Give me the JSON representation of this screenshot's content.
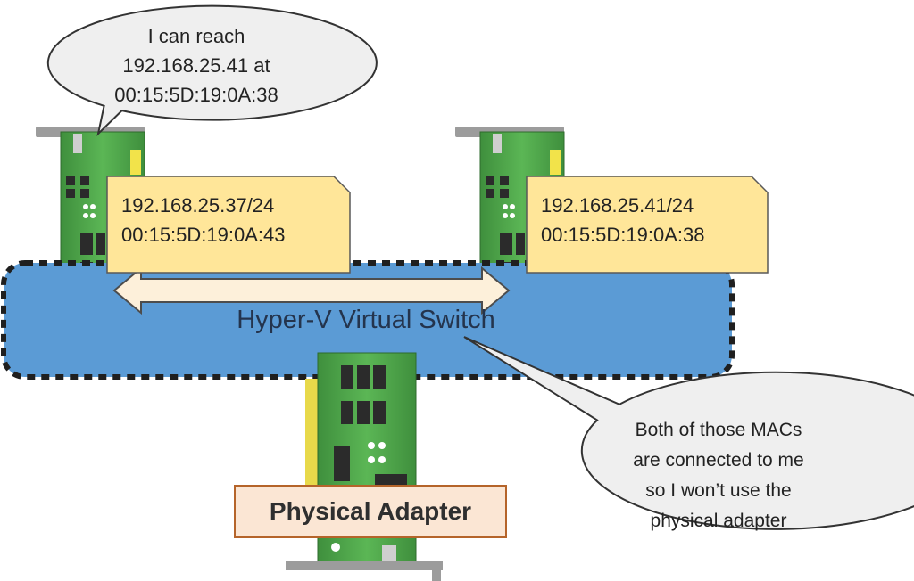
{
  "left_bubble": {
    "lines": [
      "I can reach",
      "192.168.25.41 at",
      "00:15:5D:19:0A:38"
    ]
  },
  "left_nic": {
    "ip": "192.168.25.37/24",
    "mac": "00:15:5D:19:0A:43"
  },
  "right_nic": {
    "ip": "192.168.25.41/24",
    "mac": "00:15:5D:19:0A:38"
  },
  "virtual_switch": {
    "label": "Hyper-V Virtual Switch"
  },
  "switch_bubble": {
    "lines": [
      "Both of those MACs",
      "are connected to me",
      "so I won’t use the",
      "physical adapter"
    ]
  },
  "physical_adapter": {
    "label": "Physical Adapter"
  },
  "colors": {
    "switch_fill": "#5b9bd5",
    "note_fill": "#ffe699",
    "board_green": "#4ea64b",
    "bubble_fill": "#efefef",
    "adapter_label_fill": "#fbe6d4",
    "adapter_label_border": "#b5642a"
  }
}
